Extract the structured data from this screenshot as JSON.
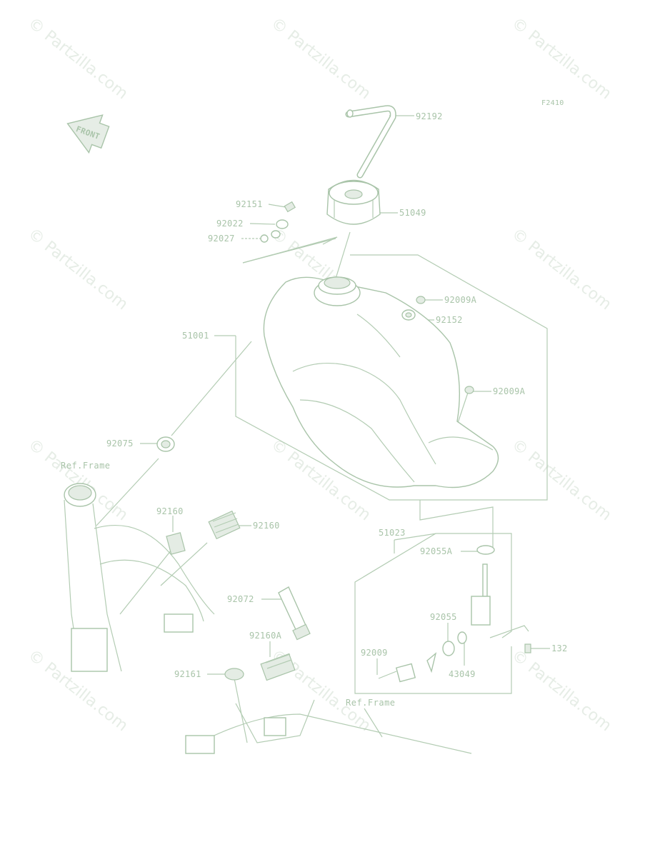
{
  "figure_code": "F2410",
  "front_label": "FRONT",
  "watermark": "© Partzilla.com",
  "ref_frame_label": "Ref.Frame",
  "parts": {
    "p92192": "92192",
    "p51049": "51049",
    "p92151": "92151",
    "p92022": "92022",
    "p92027": "92027",
    "p51001": "51001",
    "p92009A_1": "92009A",
    "p92152": "92152",
    "p92009A_2": "92009A",
    "p92075": "92075",
    "p92160_1": "92160",
    "p92160_2": "92160",
    "p51023": "51023",
    "p92055A": "92055A",
    "p92072": "92072",
    "p92055": "92055",
    "p92160A": "92160A",
    "p132": "132",
    "p92009": "92009",
    "p43049": "43049",
    "p92161": "92161"
  }
}
